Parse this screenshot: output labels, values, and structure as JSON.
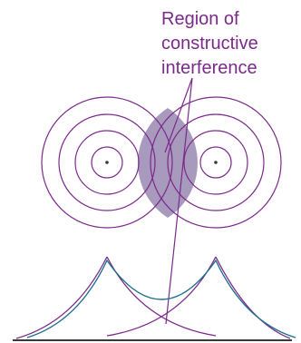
{
  "annotation": {
    "lines": [
      "Region of",
      "constructive",
      "interference"
    ]
  },
  "colors": {
    "wave": "#7b2a8b",
    "overlap_fill": "#a89abd",
    "sum_curve": "#1f6f8f",
    "baseline": "#3a3a3a"
  }
}
